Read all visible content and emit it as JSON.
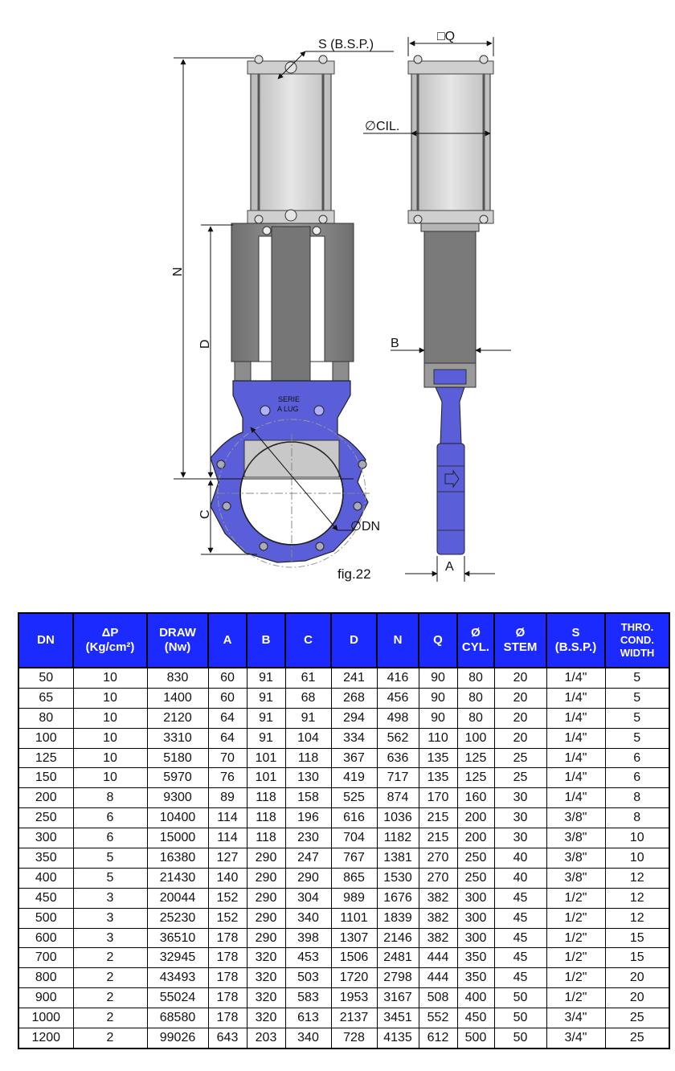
{
  "figure": {
    "caption": "fig.22",
    "labels": {
      "s_bsp": "S (B.S.P.)",
      "q": "□Q",
      "cil": "∅CIL.",
      "n": "N",
      "d": "D",
      "c": "C",
      "b": "B",
      "a": "A",
      "dn": "∅DN",
      "body_text_1": "SERIE",
      "body_text_2": "A LUG"
    }
  },
  "table": {
    "headers": [
      {
        "line1": "DN",
        "line2": ""
      },
      {
        "line1": "ΔP",
        "line2": "(Kg/cm²)"
      },
      {
        "line1": "DRAW",
        "line2": "(Nw)"
      },
      {
        "line1": "A",
        "line2": ""
      },
      {
        "line1": "B",
        "line2": ""
      },
      {
        "line1": "C",
        "line2": ""
      },
      {
        "line1": "D",
        "line2": ""
      },
      {
        "line1": "N",
        "line2": ""
      },
      {
        "line1": "Q",
        "line2": ""
      },
      {
        "line1": "Ø",
        "line2": "CYL."
      },
      {
        "line1": "Ø",
        "line2": "STEM"
      },
      {
        "line1": "S",
        "line2": "(B.S.P.)"
      },
      {
        "line1": "THRO.",
        "line2": "COND.",
        "line3": "WIDTH"
      }
    ],
    "rows": [
      [
        "50",
        "10",
        "830",
        "60",
        "91",
        "61",
        "241",
        "416",
        "90",
        "80",
        "20",
        "1/4\"",
        "5"
      ],
      [
        "65",
        "10",
        "1400",
        "60",
        "91",
        "68",
        "268",
        "456",
        "90",
        "80",
        "20",
        "1/4\"",
        "5"
      ],
      [
        "80",
        "10",
        "2120",
        "64",
        "91",
        "91",
        "294",
        "498",
        "90",
        "80",
        "20",
        "1/4\"",
        "5"
      ],
      [
        "100",
        "10",
        "3310",
        "64",
        "91",
        "104",
        "334",
        "562",
        "110",
        "100",
        "20",
        "1/4\"",
        "5"
      ],
      [
        "125",
        "10",
        "5180",
        "70",
        "101",
        "118",
        "367",
        "636",
        "135",
        "125",
        "25",
        "1/4\"",
        "6"
      ],
      [
        "150",
        "10",
        "5970",
        "76",
        "101",
        "130",
        "419",
        "717",
        "135",
        "125",
        "25",
        "1/4\"",
        "6"
      ],
      [
        "200",
        "8",
        "9300",
        "89",
        "118",
        "158",
        "525",
        "874",
        "170",
        "160",
        "30",
        "1/4\"",
        "8"
      ],
      [
        "250",
        "6",
        "10400",
        "114",
        "118",
        "196",
        "616",
        "1036",
        "215",
        "200",
        "30",
        "3/8\"",
        "8"
      ],
      [
        "300",
        "6",
        "15000",
        "114",
        "118",
        "230",
        "704",
        "1182",
        "215",
        "200",
        "30",
        "3/8\"",
        "10"
      ],
      [
        "350",
        "5",
        "16380",
        "127",
        "290",
        "247",
        "767",
        "1381",
        "270",
        "250",
        "40",
        "3/8\"",
        "10"
      ],
      [
        "400",
        "5",
        "21430",
        "140",
        "290",
        "290",
        "865",
        "1530",
        "270",
        "250",
        "40",
        "3/8\"",
        "12"
      ],
      [
        "450",
        "3",
        "20044",
        "152",
        "290",
        "304",
        "989",
        "1676",
        "382",
        "300",
        "45",
        "1/2\"",
        "12"
      ],
      [
        "500",
        "3",
        "25230",
        "152",
        "290",
        "340",
        "1101",
        "1839",
        "382",
        "300",
        "45",
        "1/2\"",
        "12"
      ],
      [
        "600",
        "3",
        "36510",
        "178",
        "290",
        "398",
        "1307",
        "2146",
        "382",
        "300",
        "45",
        "1/2\"",
        "15"
      ],
      [
        "700",
        "2",
        "32945",
        "178",
        "320",
        "453",
        "1506",
        "2481",
        "444",
        "350",
        "45",
        "1/2\"",
        "15"
      ],
      [
        "800",
        "2",
        "43493",
        "178",
        "320",
        "503",
        "1720",
        "2798",
        "444",
        "350",
        "45",
        "1/2\"",
        "20"
      ],
      [
        "900",
        "2",
        "55024",
        "178",
        "320",
        "583",
        "1953",
        "3167",
        "508",
        "400",
        "50",
        "1/2\"",
        "20"
      ],
      [
        "1000",
        "2",
        "68580",
        "178",
        "320",
        "613",
        "2137",
        "3451",
        "552",
        "450",
        "50",
        "3/4\"",
        "25"
      ],
      [
        "1200",
        "2",
        "99026",
        "643",
        "203",
        "340",
        "728",
        "4135",
        "612",
        "500",
        "50",
        "3/4\"",
        "25"
      ]
    ]
  },
  "colors": {
    "header_bg": "#1b2bff",
    "valve_body": "#5a5ed8",
    "cylinder": "#d8d8d8",
    "frame": "#8a8a8a"
  }
}
